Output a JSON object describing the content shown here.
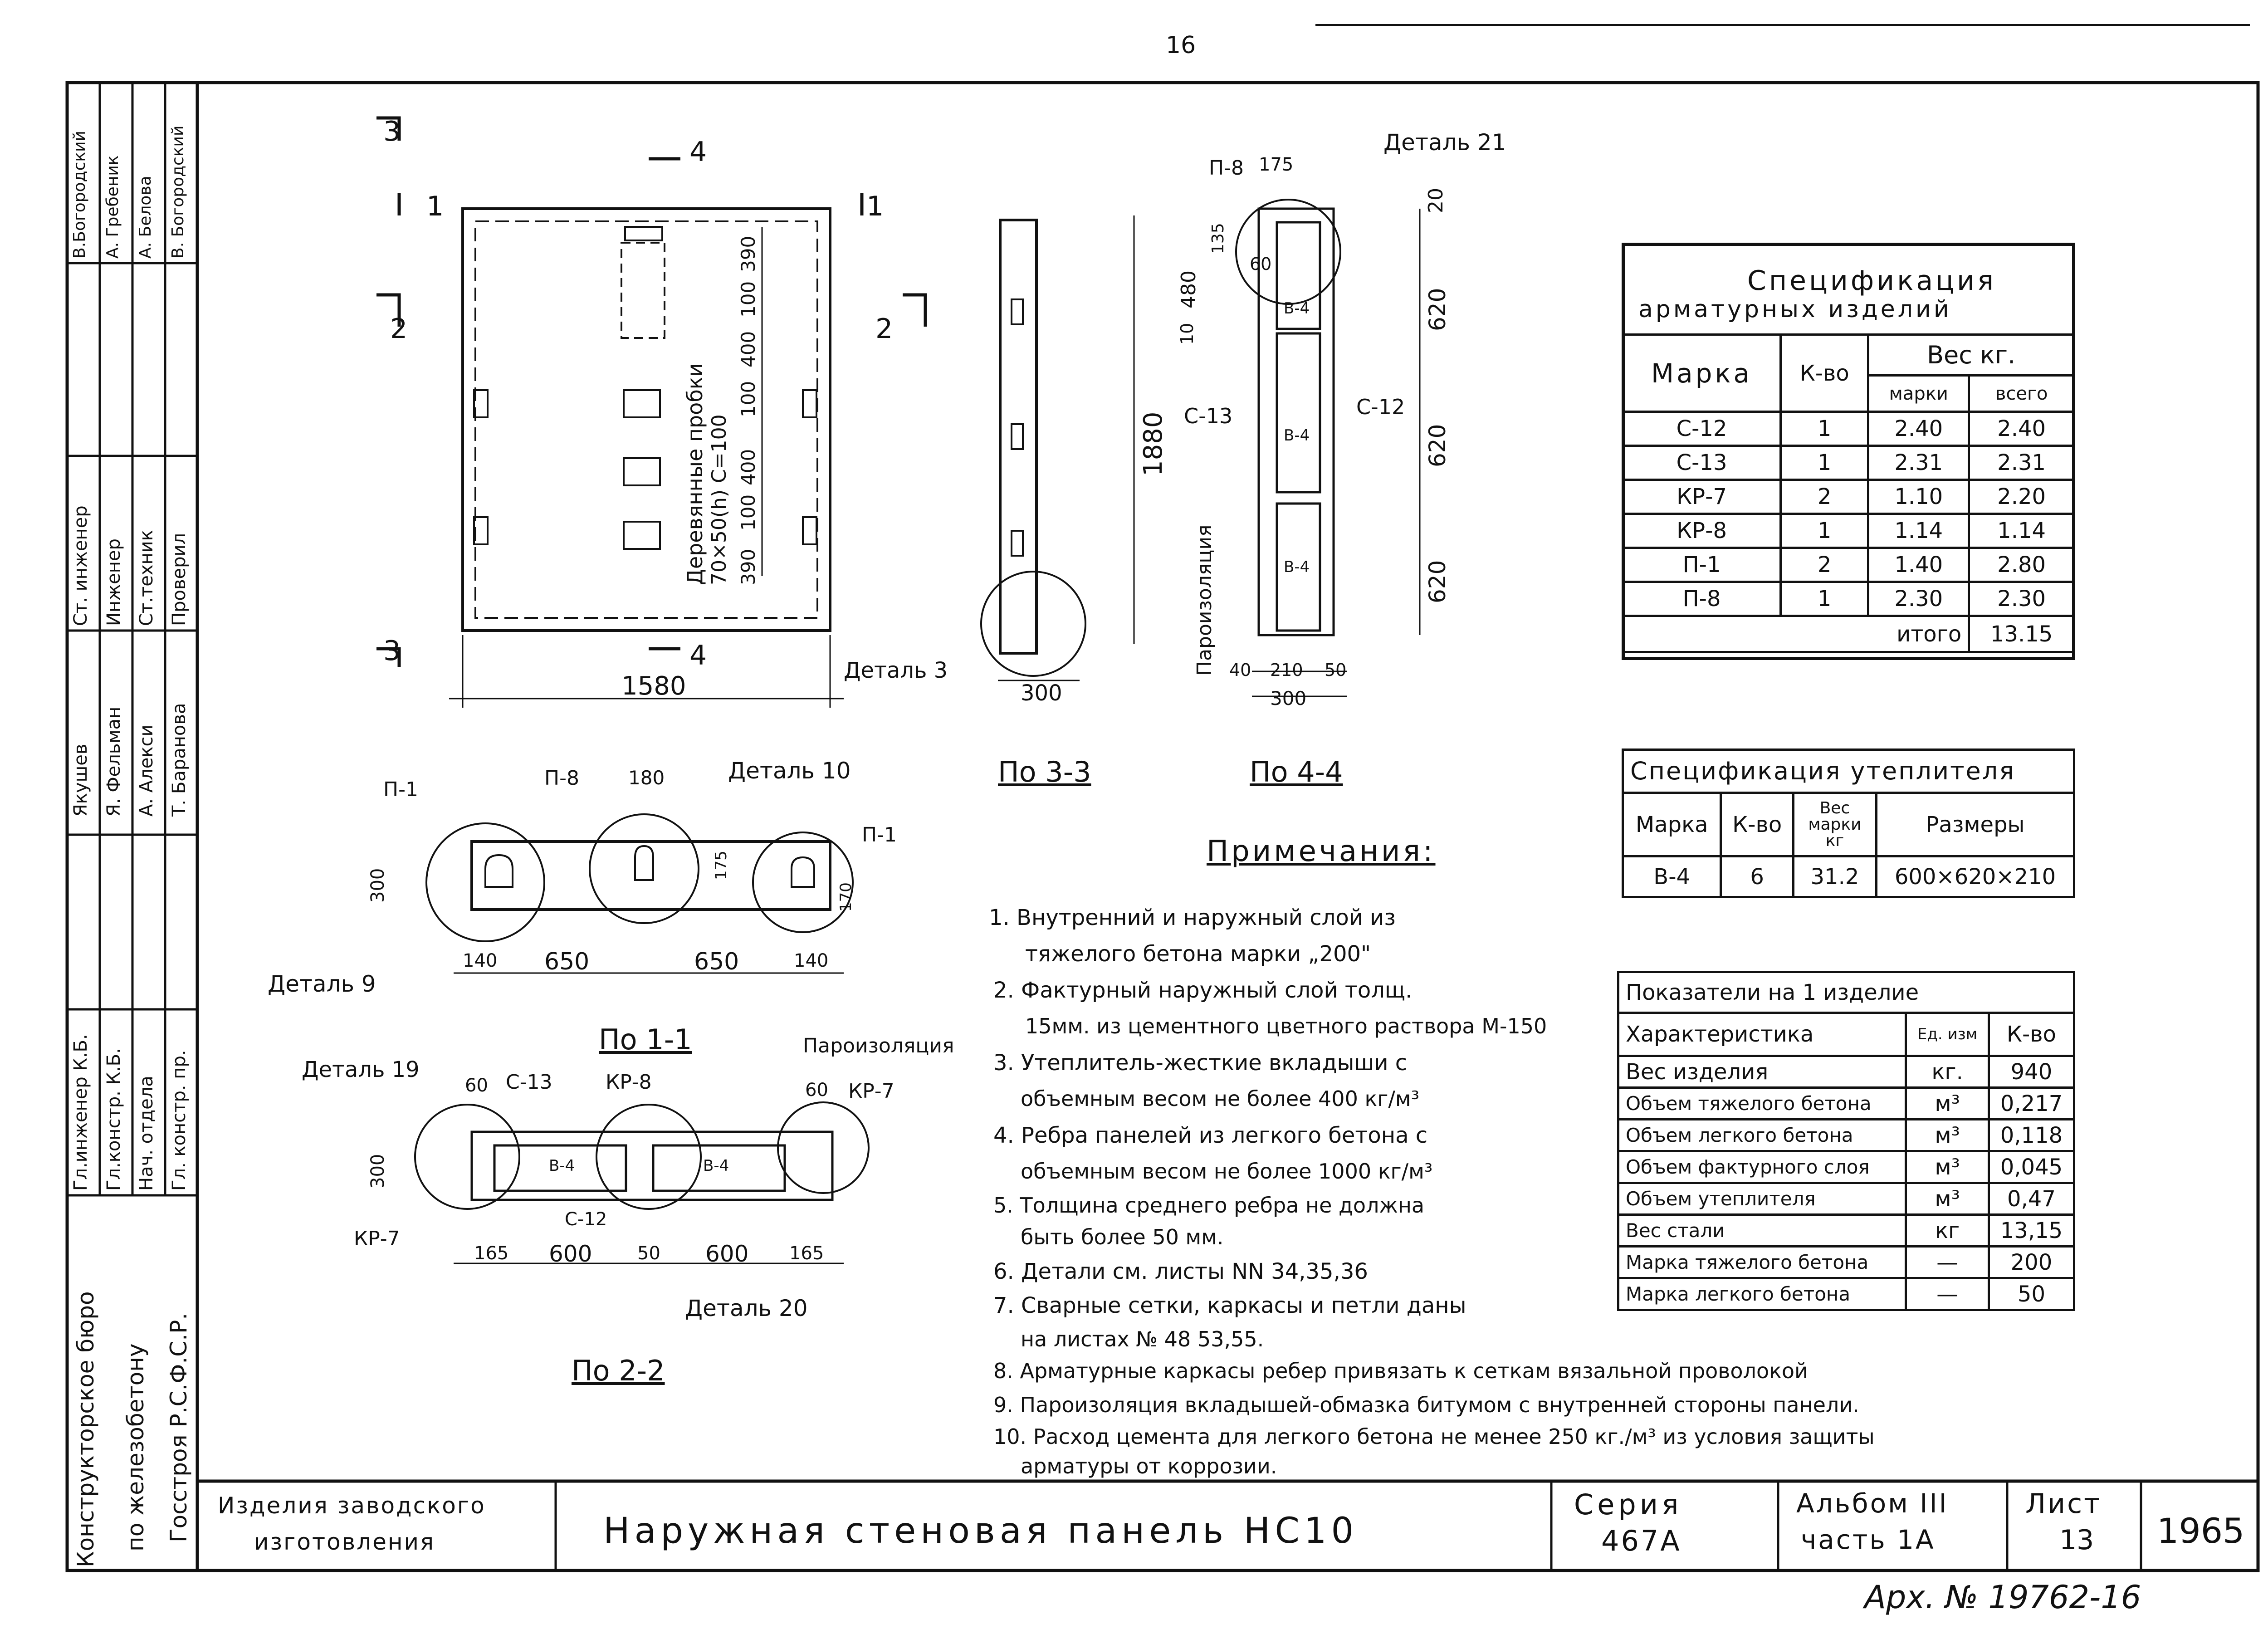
{
  "page_number": "16",
  "archive": "Арх. № 19762-16",
  "left_stamp": {
    "organization": [
      "Конструкторское бюро",
      "по железобетону",
      "Госстроя Р.С.Ф.С.Р."
    ],
    "roles_col1": [
      "Гл.инженер К.Б.",
      "Гл.констр. К.Б.",
      "Нач. отдела",
      "Гл. констр. пр."
    ],
    "names_col1": [
      "Якушев",
      "Я. Фельман",
      "А. Алекси",
      "Т. Баранова"
    ],
    "roles_col2": [
      "Ст. инженер",
      "Инженер",
      "Ст.техник",
      "Проверил"
    ],
    "names_col2": [
      "В.Богородский",
      "А. Гребеник",
      "А. Белова",
      "В. Богородский"
    ]
  },
  "views": {
    "front_labels": {
      "s3": "3",
      "s1": "1",
      "s2": "2",
      "s4": "4",
      "width": "1580",
      "height": "1880"
    },
    "wood_inserts": [
      "Деревянные пробки",
      "70×50(h) С=100"
    ],
    "insert_dims": [
      "390",
      "100",
      "400",
      "100",
      "400",
      "100",
      "390"
    ],
    "section_3_3": {
      "title": "По 3-3",
      "detail": "Деталь 3",
      "width": "300"
    },
    "section_4_4": {
      "title": "По 4-4",
      "detail": "Деталь 21",
      "p8": "П-8",
      "c13": "С-13",
      "c12": "С-12",
      "vapor": "Пароизоляция",
      "dims": [
        "175",
        "20",
        "620",
        "620",
        "620",
        "135",
        "480",
        "10",
        "60",
        "40",
        "210",
        "50",
        "300"
      ],
      "b4": "В-4"
    },
    "section_2_2": {
      "title": "По 2-2",
      "p1a": "П-1",
      "p8": "П-8",
      "p1b": "П-1",
      "d180": "180",
      "detail10": "Деталь 10",
      "detail9": "Деталь 9",
      "dims": [
        "140",
        "650",
        "650",
        "140",
        "300",
        "175",
        "170"
      ]
    },
    "section_1_1": {
      "title": "По 1-1",
      "detail19": "Деталь 19",
      "detail20": "Деталь 20",
      "c13": "С-13",
      "kp8": "КР-8",
      "kp7a": "КР-7",
      "kp7b": "КР-7",
      "c12": "С-12",
      "vapor": "Пароизоляция",
      "dims": [
        "60",
        "60",
        "300",
        "165",
        "600",
        "50",
        "600",
        "165"
      ],
      "b4": "В-4"
    }
  },
  "spec_reinforcement": {
    "title1": "Спецификация",
    "title2": "арматурных изделий",
    "headers": {
      "mark": "Марка",
      "qty": "К-во",
      "weight": "Вес кг.",
      "per_mark": "марки",
      "total": "всего"
    },
    "rows": [
      [
        "С-12",
        "1",
        "2.40",
        "2.40"
      ],
      [
        "С-13",
        "1",
        "2.31",
        "2.31"
      ],
      [
        "КР-7",
        "2",
        "1.10",
        "2.20"
      ],
      [
        "КР-8",
        "1",
        "1.14",
        "1.14"
      ],
      [
        "П-1",
        "2",
        "1.40",
        "2.80"
      ],
      [
        "П-8",
        "1",
        "2.30",
        "2.30"
      ]
    ],
    "total_label": "итого",
    "total_value": "13.15"
  },
  "spec_insulation": {
    "title": "Спецификация утеплителя",
    "headers": [
      "Марка",
      "К-во",
      "Вес марки кг",
      "Размеры"
    ],
    "row": [
      "В-4",
      "6",
      "31.2",
      "600×620×210"
    ]
  },
  "indicators": {
    "title": "Показатели на 1 изделие",
    "headers": [
      "Характеристика",
      "Ед. изм",
      "К-во"
    ],
    "rows": [
      [
        "Вес изделия",
        "кг.",
        "940"
      ],
      [
        "Объем тяжелого бетона",
        "м³",
        "0,217"
      ],
      [
        "Объем легкого бетона",
        "м³",
        "0,118"
      ],
      [
        "Объем фактурного слоя",
        "м³",
        "0,045"
      ],
      [
        "Объем утеплителя",
        "м³",
        "0,47"
      ],
      [
        "Вес стали",
        "кг",
        "13,15"
      ],
      [
        "Марка тяжелого бетона",
        "—",
        "200"
      ],
      [
        "Марка легкого бетона",
        "—",
        "50"
      ]
    ]
  },
  "notes": {
    "title": "Примечания:",
    "items": [
      "1. Внутренний и наружный слой из",
      "тяжелого бетона марки „200\"",
      "2. Фактурный наружный слой толщ.",
      "15мм. из цементного цветного раствора М-150",
      "3. Утеплитель-жесткие вкладыши с",
      "объемным весом не более 400 кг/м³",
      "4. Ребра панелей из легкого бетона с",
      "объемным весом не более 1000 кг/м³",
      "5. Толщина среднего ребра не должна",
      "быть более 50 мм.",
      "6. Детали см. листы NN 34,35,36",
      "7. Сварные сетки, каркасы и петли даны",
      "на листах № 48 53,55.",
      "8. Арматурные каркасы ребер привязать к сеткам вязальной проволокой",
      "9. Пароизоляция вкладышей-обмазка битумом с внутренней стороны панели.",
      "10. Расход цемента для легкого бетона не менее 250 кг./м³ из условия защиты",
      "арматуры от коррозии."
    ]
  },
  "title_block": {
    "category": [
      "Изделия заводского",
      "изготовления"
    ],
    "title": "Наружная стеновая панель НС10",
    "series_label": "Серия",
    "series_value": "467А",
    "album_label": "Альбом III",
    "album_part": "часть 1А",
    "sheet_label": "Лист",
    "sheet_value": "13",
    "year": "1965"
  }
}
